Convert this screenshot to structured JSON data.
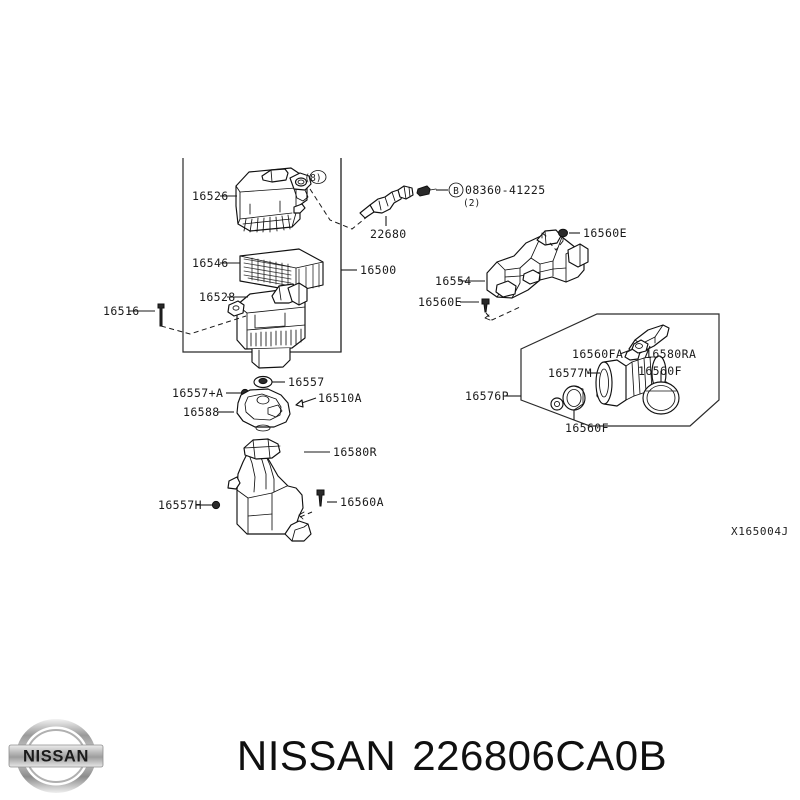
{
  "diagram": {
    "reference_code": "X165004J",
    "assembly_label": "16500",
    "fastener_callout": {
      "marker": "B",
      "number": "08360-41225",
      "quantity": "(2)"
    },
    "quantity_marker_top": "(8)",
    "labels": {
      "air_cleaner_cover": "16526",
      "air_filter_element": "16546",
      "air_cleaner_body": "16528",
      "mounting_bolt": "16516",
      "mass_air_flow_sensor": "22680",
      "resonator_upper": "16554",
      "clip_upper_right": "16560E",
      "clip_lower_left": "16560E",
      "grommet": "16557",
      "grommet_plus_a": "16557+A",
      "bracket": "16588",
      "insulator": "16510A",
      "air_duct_resonator": "16580R",
      "clip_duct_left": "16557H",
      "clip_duct_right": "16560A",
      "air_duct_assembly": "16576P",
      "clamp_upper": "16560FA",
      "duct_clip": "16580RA",
      "air_hose": "16577M",
      "clamp_right": "16560F",
      "clamp_lower": "16560F"
    }
  },
  "banner": {
    "brand": "NISSAN",
    "part_number": "226806CA0B",
    "logo_text": "NISSAN"
  }
}
